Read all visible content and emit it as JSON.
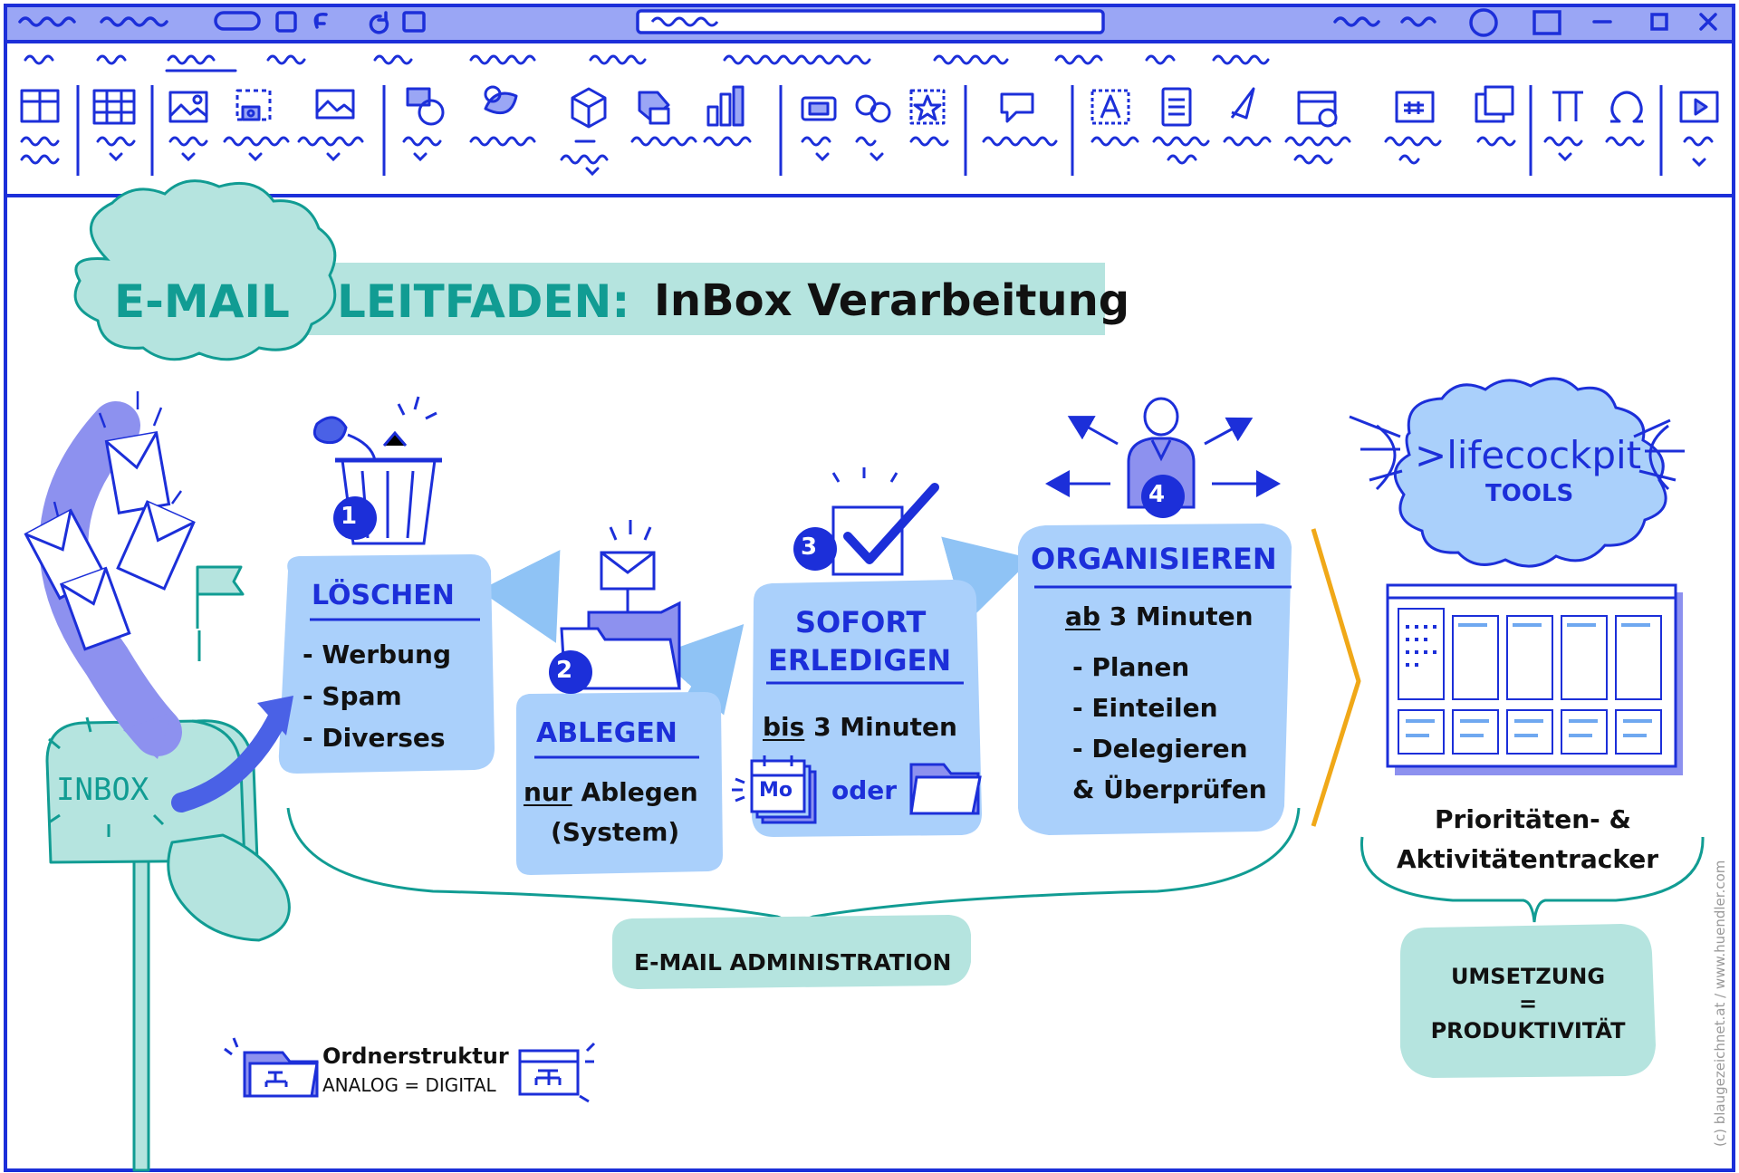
{
  "colors": {
    "accent_blue": "#1c2fd9",
    "light_blue": "#aad0fb",
    "toolbar_blue": "#9aa6f5",
    "mint": "#b5e4df",
    "teal": "#119c93",
    "orange": "#f0a818",
    "dark_blue": "#1c2ad0"
  },
  "title": {
    "part1": "E-MAIL",
    "part2": "LEITFADEN:",
    "part3": "InBox Verarbeitung"
  },
  "inbox": {
    "label": "INBOX"
  },
  "steps": [
    {
      "number": "1",
      "heading": "LÖSCHEN",
      "items": [
        "- Werbung",
        "- Spam",
        "- Diverses"
      ],
      "icon": "trash-can-icon"
    },
    {
      "number": "2",
      "heading": "ABLEGEN",
      "emph": "nur",
      "rest": "Ablegen",
      "line2": "(System)",
      "icon": "folder-mail-icon"
    },
    {
      "number": "3",
      "heading_line1": "SOFORT",
      "heading_line2": "ERLEDIGEN",
      "emph": "bis",
      "rest": "3 Minuten",
      "calendar_label": "Mo",
      "or_label": "oder",
      "icon": "checkbox-icon"
    },
    {
      "number": "4",
      "heading": "ORGANISIEREN",
      "emph": "ab",
      "rest": "3 Minuten",
      "items": [
        "- Planen",
        "- Einteilen",
        "- Delegieren",
        "& Überprüfen"
      ],
      "icon": "person-icon"
    }
  ],
  "tools": {
    "brand": ">lifecockpit",
    "sub": "TOOLS",
    "tracker_line1": "Prioritäten- &",
    "tracker_line2": "Aktivitätentracker",
    "result_line1": "UMSETZUNG",
    "result_line2": "=",
    "result_line3": "PRODUKTIVITÄT"
  },
  "admin_label": "E-MAIL ADMINISTRATION",
  "folder": {
    "title": "Ordnerstruktur",
    "sub": "ANALOG = DIGITAL"
  },
  "credit": "(c) blaugezeichnet.at / www.huendler.com"
}
